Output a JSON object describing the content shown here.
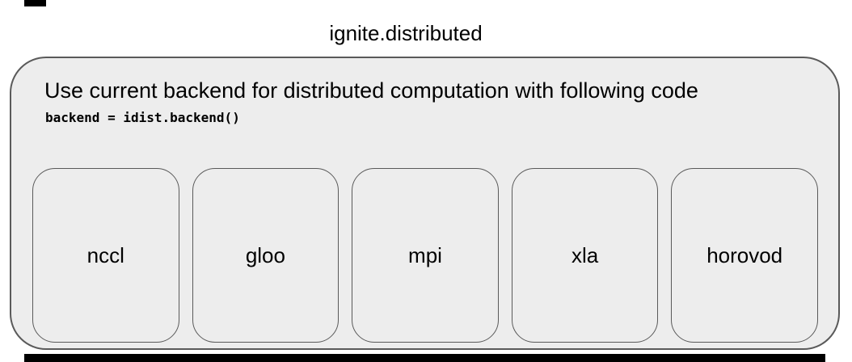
{
  "page": {
    "title": "ignite.distributed"
  },
  "container": {
    "description": "Use current backend for distributed computation with following code",
    "code": "backend = idist.backend()"
  },
  "backends": [
    "nccl",
    "gloo",
    "mpi",
    "xla",
    "horovod"
  ],
  "colors": {
    "box_fill": "#ededed",
    "box_border": "#5a5a5a",
    "text": "#000000",
    "cropped_fragments": "#000000"
  }
}
